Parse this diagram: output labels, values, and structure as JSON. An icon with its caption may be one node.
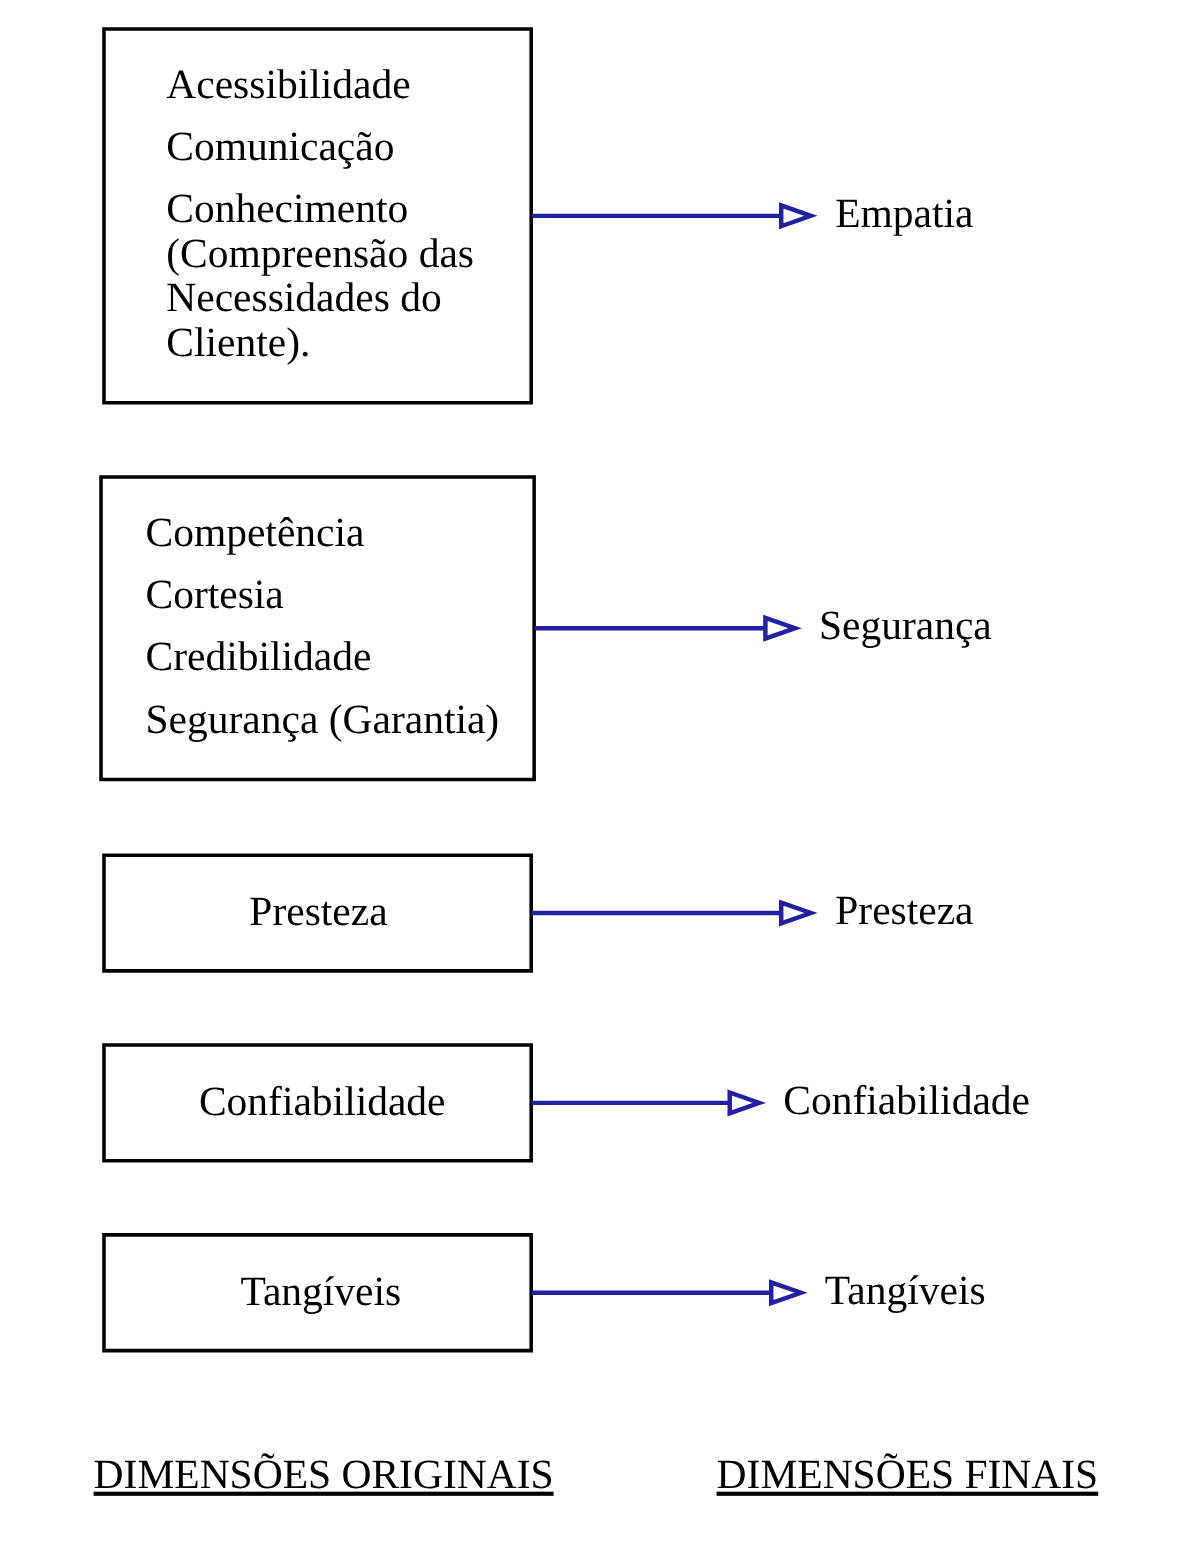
{
  "diagram": {
    "nodes": [
      {
        "text": [
          "Tangíveis"
        ]
      },
      {
        "text": [
          "Tangíveis"
        ]
      },
      {
        "text": [
          "Confiabilidade"
        ]
      },
      {
        "text": [
          "Confiabilidade"
        ]
      },
      {
        "text": [
          "Presteza"
        ]
      },
      {
        "text": [
          "Presteza"
        ]
      },
      {
        "text": [
          "Competência",
          "Cortesia",
          "Credibilidade",
          "Segurança (Garantia)"
        ]
      },
      {
        "text": [
          "Segurança"
        ]
      },
      {
        "text": [
          "Acessibilidade",
          "Comunicação",
          "Conhecimento (Compreensão das Necessidades do Cliente)."
        ]
      },
      {
        "text": [
          "Empatia"
        ]
      }
    ],
    "edges": [
      {
        "from": 0,
        "to": 1,
        "arrow": "to"
      },
      {
        "from": 2,
        "to": 3,
        "arrow": "to"
      },
      {
        "from": 4,
        "to": 5,
        "arrow": "to"
      },
      {
        "from": 6,
        "to": 7,
        "arrow": "to"
      },
      {
        "from": 8,
        "to": 9,
        "arrow": "to"
      }
    ],
    "labels": [
      "DIMENSÕES ORIGINAIS",
      "DIMENSÕES FINAIS"
    ]
  }
}
